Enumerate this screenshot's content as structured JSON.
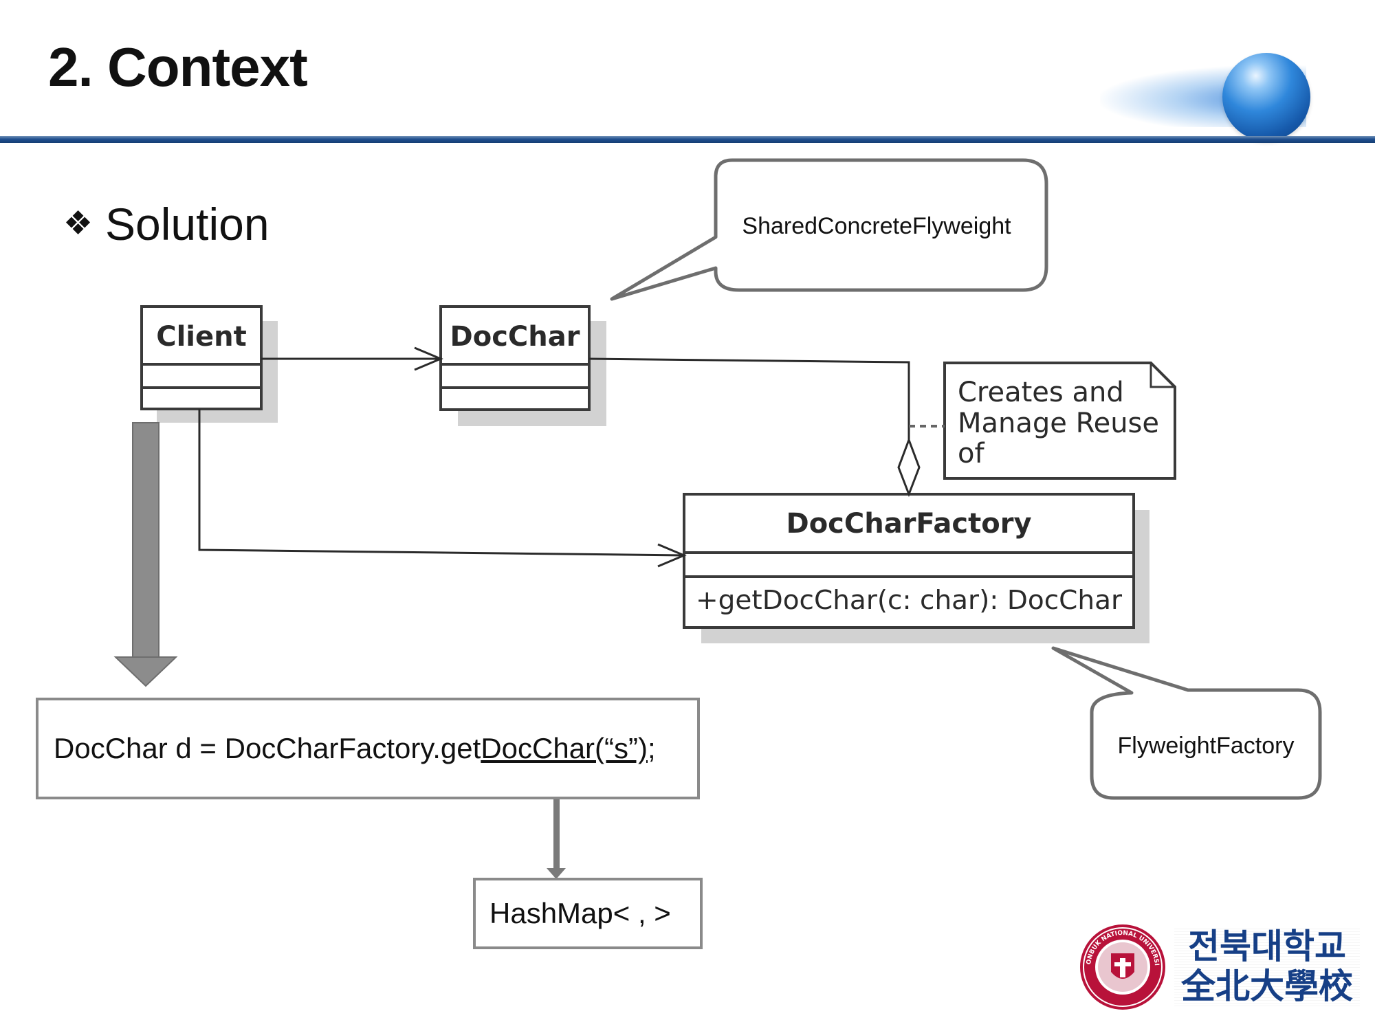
{
  "slide": {
    "title": "2. Context",
    "section_bullet": "❖",
    "section_title": "Solution"
  },
  "uml": {
    "client": {
      "name": "Client"
    },
    "docchar": {
      "name": "DocChar"
    },
    "factory": {
      "name": "DocCharFactory",
      "operation": "+getDocChar(c: char): DocChar"
    },
    "note": {
      "lines": [
        "Creates and",
        "Manage Reuse",
        "of"
      ]
    }
  },
  "callouts": {
    "shared": "SharedConcreteFlyweight",
    "factory": "FlyweightFactory"
  },
  "code": {
    "prefix": "DocChar d = DocCharFactory.get",
    "underlined": "DocChar(“s”)",
    "suffix": ";"
  },
  "hashmap": "HashMap< , >",
  "university": {
    "korean": "전북대학교",
    "hanja": "全北大學校",
    "seal_text": "CHONBUK NATIONAL UNIVERSITY"
  },
  "colors": {
    "header_line": "#1f4f8f",
    "uml_border": "#3a3a3a",
    "uml_shadow": "#d0d0d0",
    "arrow_gray": "#8a8a8a",
    "logo_blue": "#163f86",
    "logo_red": "#b8123a"
  }
}
